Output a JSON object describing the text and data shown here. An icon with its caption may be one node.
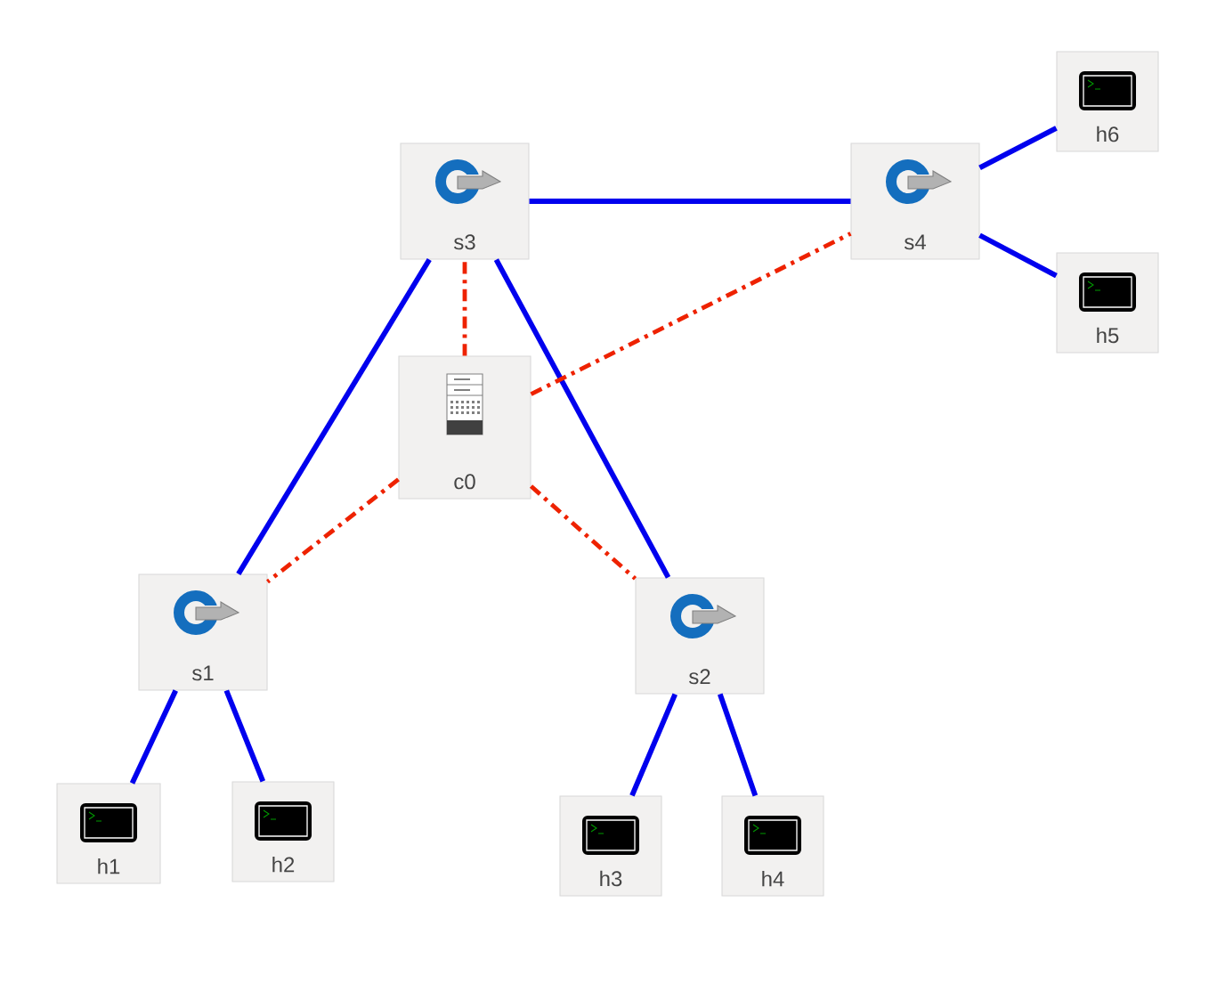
{
  "diagram": {
    "nodes": [
      {
        "text": [
          "s3"
        ]
      },
      {
        "text": [
          "s4"
        ]
      },
      {
        "text": [
          "h6"
        ]
      },
      {
        "text": [
          "h5"
        ]
      },
      {
        "text": [
          "c0"
        ]
      },
      {
        "text": [
          "s1"
        ]
      },
      {
        "text": [
          "s2"
        ]
      },
      {
        "text": [
          "h1"
        ]
      },
      {
        "text": [
          "h2"
        ]
      },
      {
        "text": [
          "h3"
        ]
      },
      {
        "text": [
          "h4"
        ]
      }
    ],
    "edges": [
      {
        "from": 0,
        "to": 1,
        "arrow": "none"
      },
      {
        "from": 1,
        "to": 2,
        "arrow": "none"
      },
      {
        "from": 1,
        "to": 3,
        "arrow": "none"
      },
      {
        "from": 0,
        "to": 5,
        "arrow": "none"
      },
      {
        "from": 0,
        "to": 6,
        "arrow": "none"
      },
      {
        "from": 5,
        "to": 7,
        "arrow": "none"
      },
      {
        "from": 5,
        "to": 8,
        "arrow": "none"
      },
      {
        "from": 6,
        "to": 9,
        "arrow": "none"
      },
      {
        "from": 6,
        "to": 10,
        "arrow": "none"
      },
      {
        "from": 4,
        "to": 0,
        "arrow": "none",
        "style": "dashed",
        "color": "#ee2200"
      },
      {
        "from": 4,
        "to": 1,
        "arrow": "none",
        "style": "dashed",
        "color": "#ee2200"
      },
      {
        "from": 4,
        "to": 5,
        "arrow": "none",
        "style": "dashed",
        "color": "#ee2200"
      },
      {
        "from": 4,
        "to": 6,
        "arrow": "none",
        "style": "dashed",
        "color": "#ee2200"
      }
    ]
  }
}
